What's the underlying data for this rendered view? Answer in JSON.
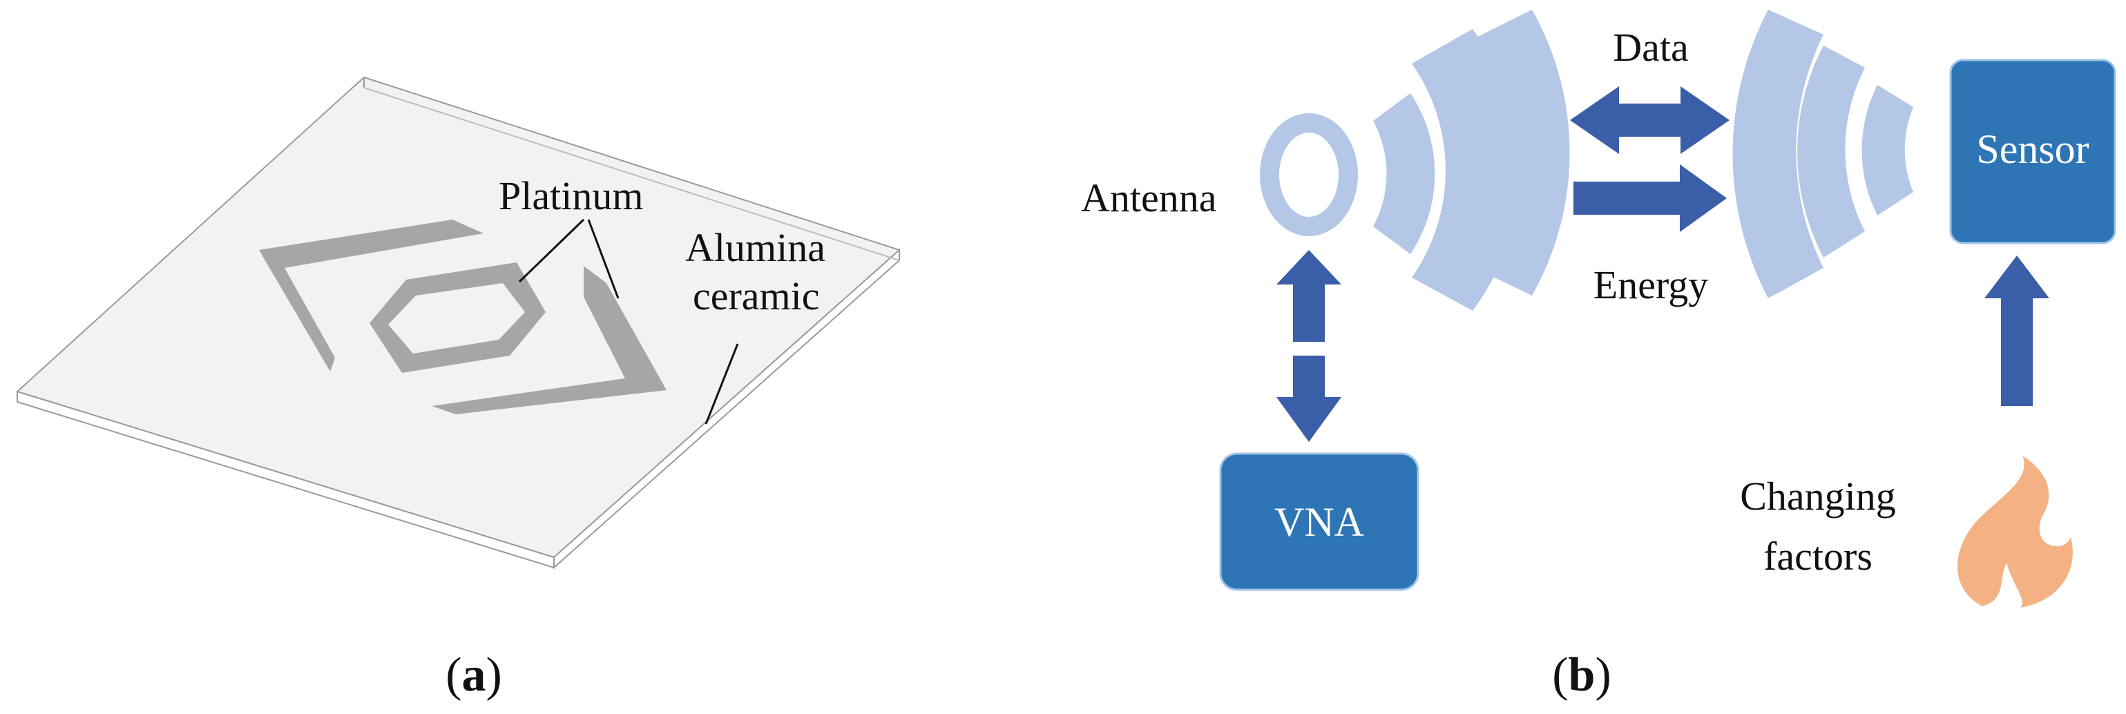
{
  "panel_a": {
    "label_platinum": "Platinum",
    "label_alumina_line1": "Alumina",
    "label_alumina_line2": "ceramic",
    "caption_open": "(",
    "caption_letter": "a",
    "caption_close": ")"
  },
  "panel_b": {
    "label_antenna": "Antenna",
    "label_data": "Data",
    "label_energy": "Energy",
    "label_sensor": "Sensor",
    "label_vna": "VNA",
    "label_changing_line1": "Changing",
    "label_changing_line2": "factors",
    "caption_open": "(",
    "caption_letter": "b",
    "caption_close": ")"
  },
  "colors": {
    "box_fill": "#2e75b6",
    "arrow_fill": "#3b5ea8",
    "wave_fill": "#b4c7e7",
    "flame_fill": "#f4b183",
    "platinum_fill": "#a6a6a6",
    "substrate_fill": "#f2f2f2"
  },
  "icons": [
    "antenna-ring-icon",
    "signal-wave-icon",
    "double-arrow-icon",
    "flame-icon"
  ]
}
